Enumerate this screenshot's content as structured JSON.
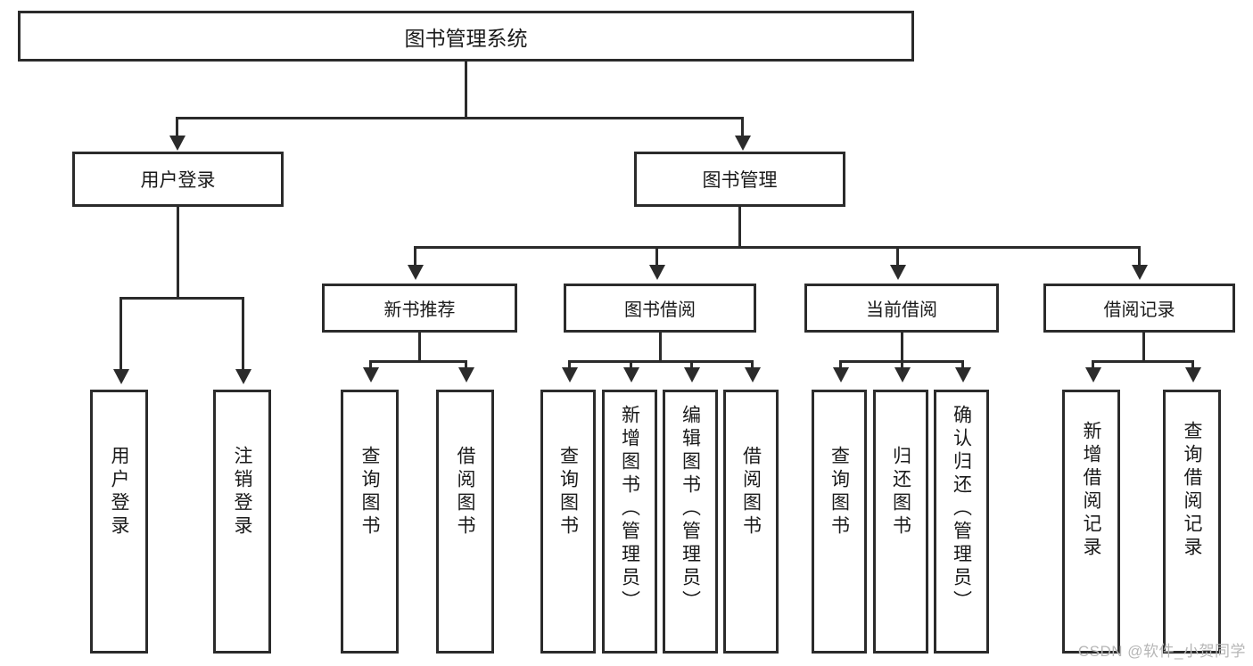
{
  "diagram": {
    "title": "图书管理系统",
    "root": {
      "label": "图书管理系统"
    },
    "level1": [
      {
        "label": "用户登录"
      },
      {
        "label": "图书管理"
      }
    ],
    "level2": [
      {
        "label": "新书推荐"
      },
      {
        "label": "图书借阅"
      },
      {
        "label": "当前借阅"
      },
      {
        "label": "借阅记录"
      }
    ],
    "leaves": {
      "user_login": [
        {
          "label": "用户登录"
        },
        {
          "label": "注销登录"
        }
      ],
      "new_book_recommend": [
        {
          "label": "查询图书"
        },
        {
          "label": "借阅图书"
        }
      ],
      "book_borrow": [
        {
          "label": "查询图书"
        },
        {
          "label": "新增图书（管理员）"
        },
        {
          "label": "编辑图书（管理员）"
        },
        {
          "label": "借阅图书"
        }
      ],
      "current_borrow": [
        {
          "label": "查询图书"
        },
        {
          "label": "归还图书"
        },
        {
          "label": "确认归还（管理员）"
        }
      ],
      "borrow_record": [
        {
          "label": "新增借阅记录"
        },
        {
          "label": "查询借阅记录"
        }
      ]
    }
  },
  "watermark": {
    "text": "CSDN @软件_小贺同学"
  },
  "colors": {
    "stroke": "#2b2b2b",
    "background": "#ffffff",
    "text": "#1a1a1a",
    "watermark": "#b6b6b6"
  }
}
